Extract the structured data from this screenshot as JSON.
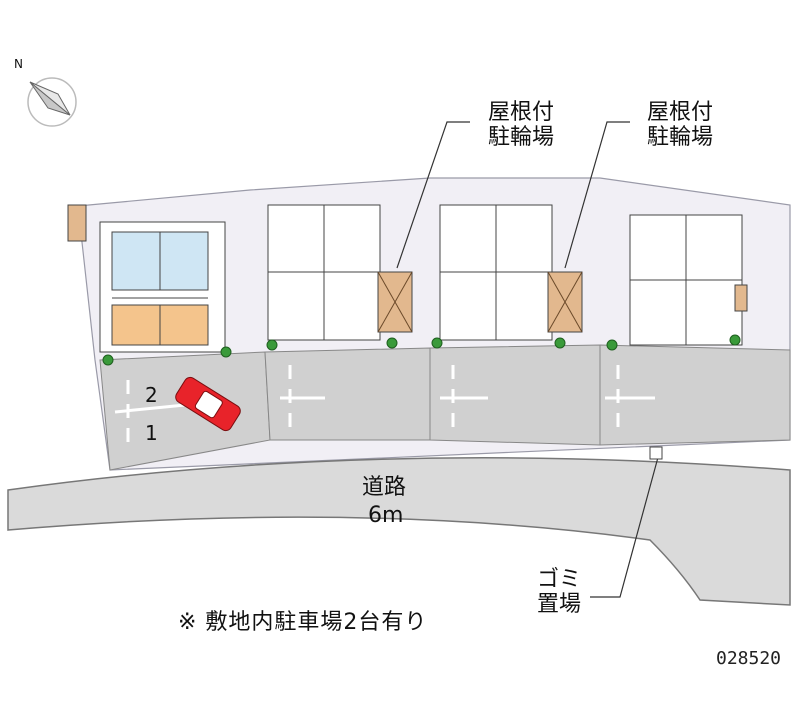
{
  "map": {
    "compass_label": "N",
    "road": {
      "title": "道路",
      "width": "6m"
    },
    "callouts": {
      "bike_parking_1_line1": "屋根付",
      "bike_parking_1_line2": "駐輪場",
      "bike_parking_2_line1": "屋根付",
      "bike_parking_2_line2": "駐輪場",
      "garbage_line1": "ゴミ",
      "garbage_line2": "置場"
    },
    "parking_slots": [
      "2",
      "1"
    ],
    "note": "※ 敷地内駐車場2台有り",
    "property_code": "028520",
    "colors": {
      "site": "#f0eef4",
      "paving": "#cfcfcf",
      "road": "#d6d6d6",
      "highlight_unit": "#f4c48c",
      "wet_area": "#cfe6f4",
      "bike_shed": "#e2b88e",
      "car": "#e8232a",
      "tree": "#3a9a3a"
    }
  }
}
